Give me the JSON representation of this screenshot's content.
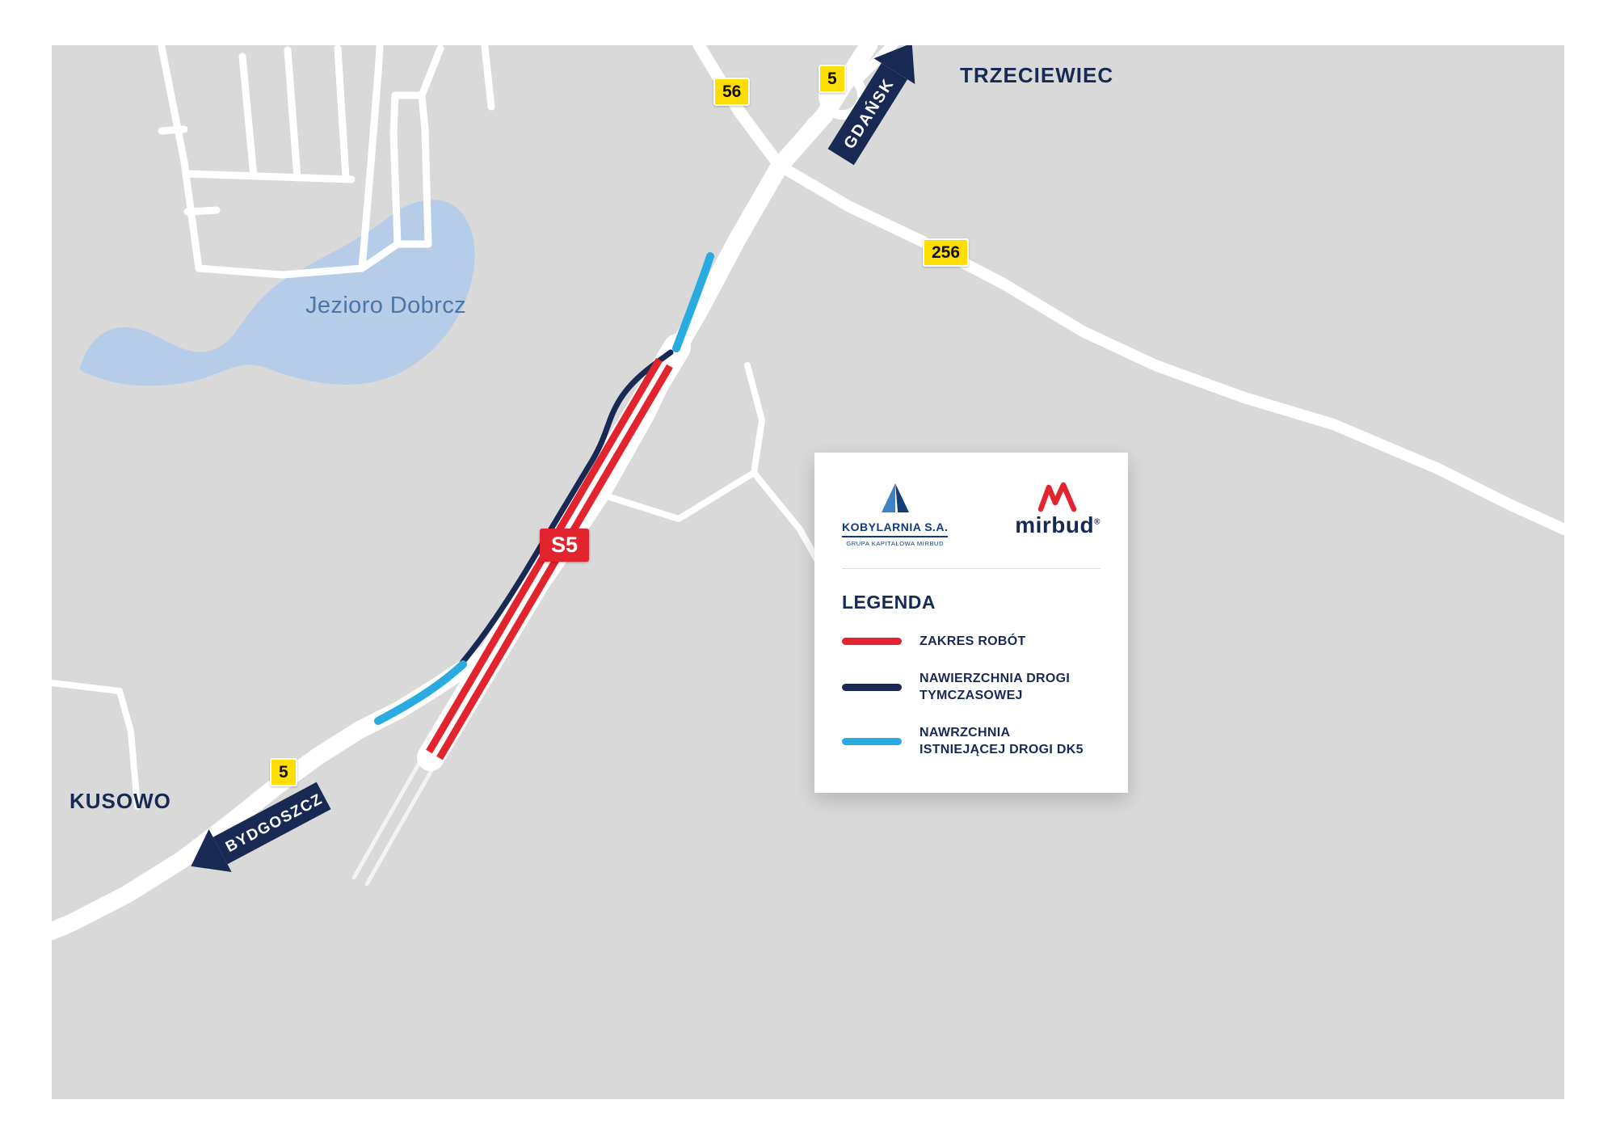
{
  "map": {
    "labels": {
      "trzeciewiec": "TRZECIEWIEC",
      "kusowo": "KUSOWO",
      "lake": "Jezioro Dobrcz"
    },
    "badges": {
      "road56": "56",
      "road5_north": "5",
      "road256": "256",
      "road5_south": "5",
      "s5": "S5"
    },
    "arrows": {
      "gdansk": "GDAŃSK",
      "bydgoszcz": "BYDGOSZCZ"
    }
  },
  "legend": {
    "title": "LEGENDA",
    "items": [
      {
        "label": "ZAKRES ROBÓT",
        "color": "#e2242e"
      },
      {
        "label": "NAWIERZCHNIA DROGI TYMCZASOWEJ",
        "color": "#182a53"
      },
      {
        "label": "NAWRZCHNIA ISTNIEJĄCEJ DROGI DK5",
        "color": "#29abe2"
      }
    ],
    "logos": {
      "kobylarnia": {
        "name": "KOBYLARNIA S.A.",
        "subtitle": "GRUPA KAPITAŁOWA MIRBUD"
      },
      "mirbud": {
        "name": "mirbud",
        "registered": "®"
      }
    }
  },
  "colors": {
    "map_background": "#d9d9d9",
    "road": "#ffffff",
    "water": "#b5cde8",
    "work_zone_red": "#e2242e",
    "temporary_road_navy": "#182a53",
    "existing_dk5_blue": "#29abe2",
    "badge_yellow": "#ffde00",
    "label_navy": "#182a53"
  }
}
